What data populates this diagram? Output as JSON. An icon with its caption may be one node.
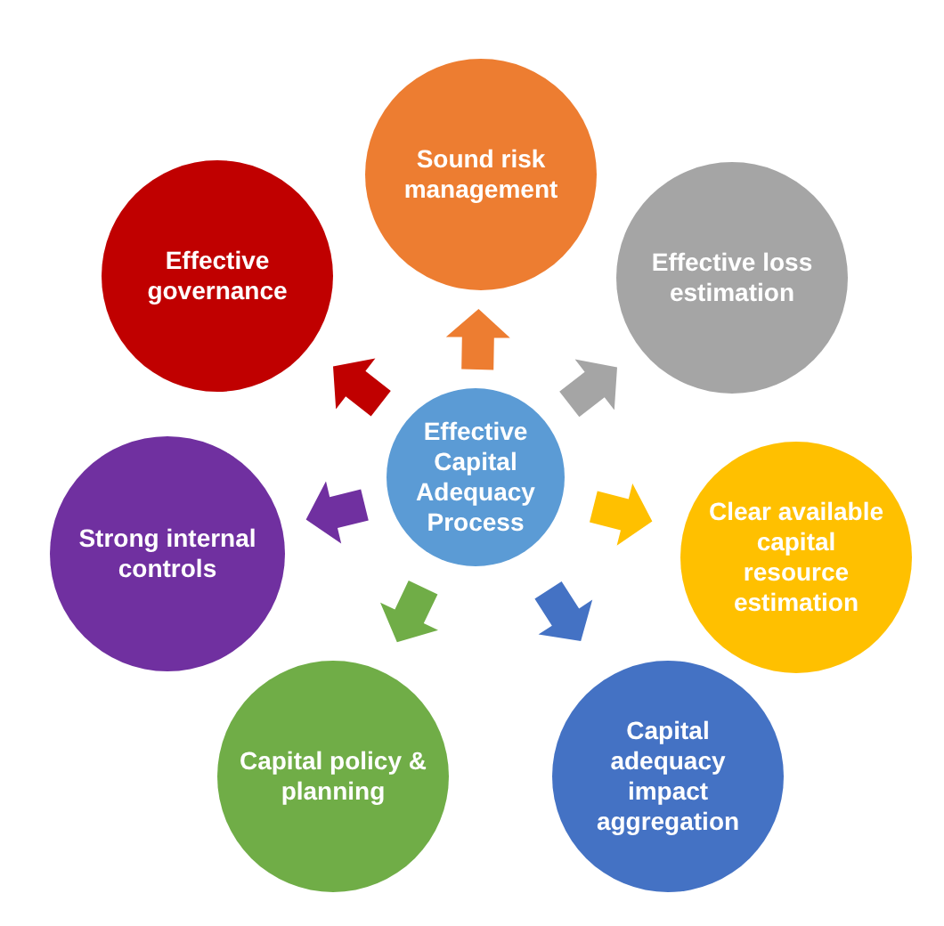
{
  "diagram": {
    "nodes": [
      {
        "text": [
          "Effective Capital Adequacy Process"
        ]
      },
      {
        "text": [
          "Sound risk management"
        ]
      },
      {
        "text": [
          "Effective loss estimation"
        ]
      },
      {
        "text": [
          "Clear available capital resource estimation"
        ]
      },
      {
        "text": [
          "Capital adequacy impact aggregation"
        ]
      },
      {
        "text": [
          "Capital policy & planning"
        ]
      },
      {
        "text": [
          "Strong internal controls"
        ]
      },
      {
        "text": [
          "Effective governance"
        ]
      }
    ],
    "edges": [
      {
        "from": 0,
        "to": 1,
        "arrow": "to",
        "style": "thick",
        "color": "#ed7d31"
      },
      {
        "from": 0,
        "to": 2,
        "arrow": "to",
        "style": "thick",
        "color": "#a5a5a5"
      },
      {
        "from": 0,
        "to": 3,
        "arrow": "to",
        "style": "thick",
        "color": "#ffc000"
      },
      {
        "from": 0,
        "to": 4,
        "arrow": "to",
        "style": "thick",
        "color": "#4472c4"
      },
      {
        "from": 0,
        "to": 5,
        "arrow": "to",
        "style": "thick",
        "color": "#70ad47"
      },
      {
        "from": 0,
        "to": 6,
        "arrow": "to",
        "style": "thick",
        "color": "#7030a0"
      },
      {
        "from": 0,
        "to": 7,
        "arrow": "to",
        "style": "thick",
        "color": "#c00000"
      }
    ]
  }
}
